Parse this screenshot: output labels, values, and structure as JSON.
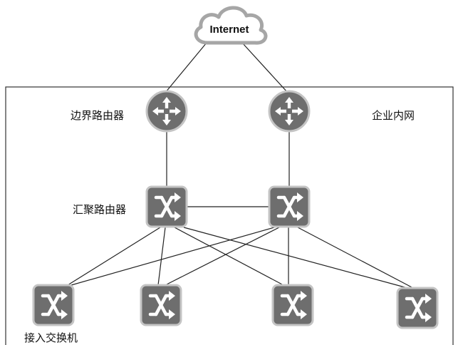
{
  "cloud": {
    "label": "Internet"
  },
  "labels": {
    "edge": "边界路由器",
    "intranet": "企业内网",
    "aggregation": "汇聚路由器",
    "access": "接入交换机"
  },
  "colors": {
    "device_fill": "#6e6e6e",
    "device_border": "#bdbdbd",
    "line": "#222222",
    "frame": "#333333"
  }
}
